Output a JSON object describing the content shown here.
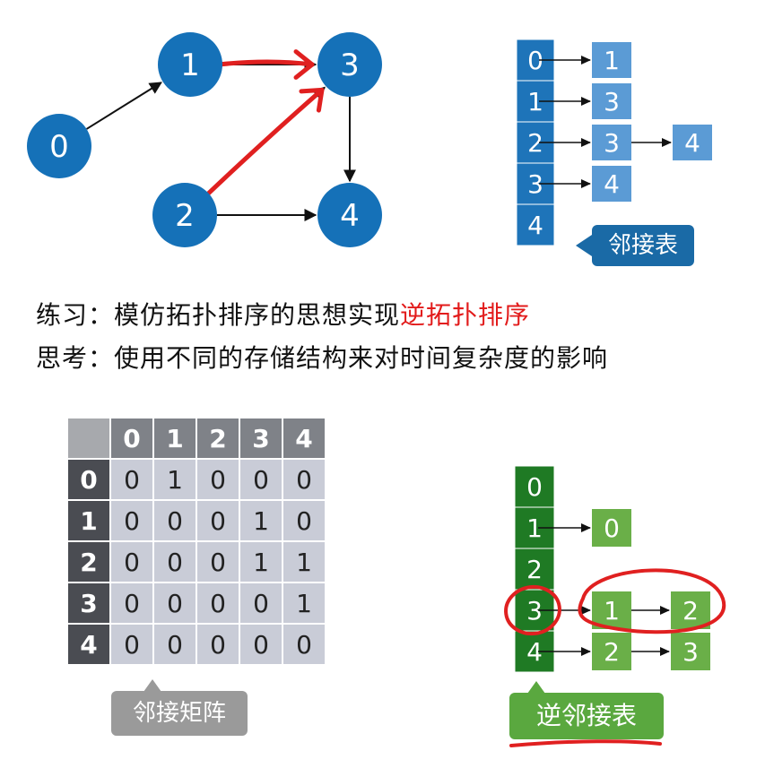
{
  "graph": {
    "nodes": [
      {
        "id": "0",
        "label": "0"
      },
      {
        "id": "1",
        "label": "1"
      },
      {
        "id": "2",
        "label": "2"
      },
      {
        "id": "3",
        "label": "3"
      },
      {
        "id": "4",
        "label": "4"
      }
    ],
    "edges": [
      {
        "from": "0",
        "to": "1"
      },
      {
        "from": "1",
        "to": "3",
        "highlight": true
      },
      {
        "from": "2",
        "to": "3",
        "highlight": true
      },
      {
        "from": "3",
        "to": "4"
      },
      {
        "from": "2",
        "to": "4"
      }
    ]
  },
  "adj_list": {
    "label": "邻接表",
    "rows": [
      {
        "index": "0",
        "items": [
          "1"
        ]
      },
      {
        "index": "1",
        "items": [
          "3"
        ]
      },
      {
        "index": "2",
        "items": [
          "3",
          "4"
        ]
      },
      {
        "index": "3",
        "items": [
          "4"
        ]
      },
      {
        "index": "4",
        "items": []
      }
    ]
  },
  "text": {
    "line1_prefix": "练习：模仿拓扑排序的思想实现",
    "line1_highlight": "逆拓扑排序",
    "line2": "思考：使用不同的存储结构来对时间复杂度的影响"
  },
  "matrix": {
    "label": "邻接矩阵",
    "col_headers": [
      "0",
      "1",
      "2",
      "3",
      "4"
    ],
    "rows": [
      {
        "header": "0",
        "cells": [
          "0",
          "1",
          "0",
          "0",
          "0"
        ]
      },
      {
        "header": "1",
        "cells": [
          "0",
          "0",
          "0",
          "1",
          "0"
        ]
      },
      {
        "header": "2",
        "cells": [
          "0",
          "0",
          "0",
          "1",
          "1"
        ]
      },
      {
        "header": "3",
        "cells": [
          "0",
          "0",
          "0",
          "0",
          "1"
        ]
      },
      {
        "header": "4",
        "cells": [
          "0",
          "0",
          "0",
          "0",
          "0"
        ]
      }
    ]
  },
  "rev_adj_list": {
    "label": "逆邻接表",
    "rows": [
      {
        "index": "0",
        "items": []
      },
      {
        "index": "1",
        "items": [
          "0"
        ]
      },
      {
        "index": "2",
        "items": []
      },
      {
        "index": "3",
        "items": [
          "1",
          "2"
        ]
      },
      {
        "index": "4",
        "items": [
          "2",
          "3"
        ]
      }
    ]
  },
  "colors": {
    "graph_node": "#1571b8",
    "adj_index": "#1e74b9",
    "adj_item": "#5b9bd5",
    "adj_label_bg": "#1a6aa6",
    "rev_index": "#1f7a24",
    "rev_item": "#6aaf48",
    "rev_label_bg": "#5aa83f",
    "matrix_label_bg": "#9a9a9a",
    "highlight_red": "#e02020"
  }
}
